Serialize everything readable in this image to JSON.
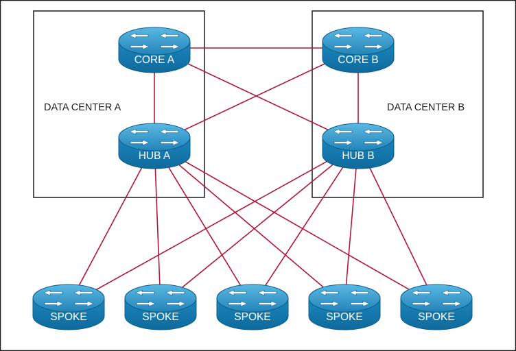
{
  "diagram": {
    "data_centers": [
      {
        "id": "dc-a",
        "label": "DATA CENTER A"
      },
      {
        "id": "dc-b",
        "label": "DATA CENTER B"
      }
    ],
    "routers": [
      {
        "id": "core-a",
        "label": "CORE A"
      },
      {
        "id": "core-b",
        "label": "CORE B"
      },
      {
        "id": "hub-a",
        "label": "HUB A"
      },
      {
        "id": "hub-b",
        "label": "HUB B"
      },
      {
        "id": "spoke-1",
        "label": "SPOKE"
      },
      {
        "id": "spoke-2",
        "label": "SPOKE"
      },
      {
        "id": "spoke-3",
        "label": "SPOKE"
      },
      {
        "id": "spoke-4",
        "label": "SPOKE"
      },
      {
        "id": "spoke-5",
        "label": "SPOKE"
      }
    ],
    "links": [
      [
        "core-a",
        "core-b"
      ],
      [
        "core-a",
        "hub-a"
      ],
      [
        "core-b",
        "hub-b"
      ],
      [
        "core-a",
        "hub-b"
      ],
      [
        "core-b",
        "hub-a"
      ],
      [
        "hub-a",
        "spoke-1"
      ],
      [
        "hub-a",
        "spoke-2"
      ],
      [
        "hub-a",
        "spoke-3"
      ],
      [
        "hub-a",
        "spoke-4"
      ],
      [
        "hub-a",
        "spoke-5"
      ],
      [
        "hub-b",
        "spoke-1"
      ],
      [
        "hub-b",
        "spoke-2"
      ],
      [
        "hub-b",
        "spoke-3"
      ],
      [
        "hub-b",
        "spoke-4"
      ],
      [
        "hub-b",
        "spoke-5"
      ]
    ],
    "colors": {
      "link": "#b0173a",
      "box": "#1a1a1a",
      "router_top": "#2f97c9",
      "router_side": "#1477aa",
      "router_edge": "#0d5f8c"
    }
  }
}
